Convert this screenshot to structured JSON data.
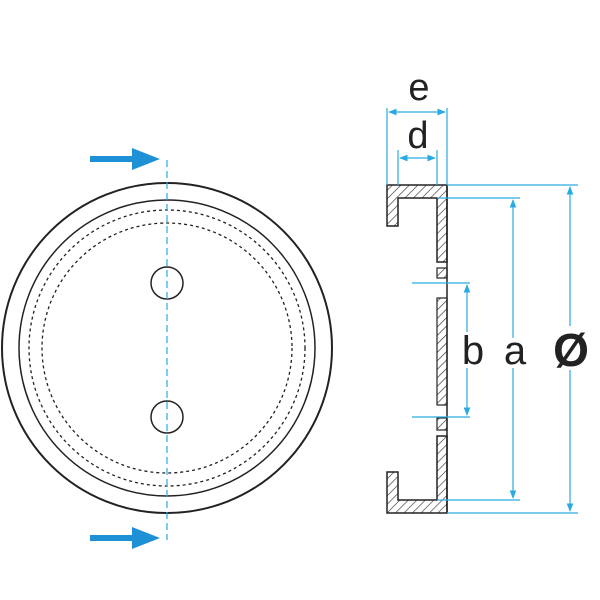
{
  "colors": {
    "outline": "#222222",
    "dimension": "#29abe2",
    "arrow": "#1e90d6",
    "hatch": "#333333",
    "background": "#ffffff"
  },
  "labels": {
    "e": "e",
    "d": "d",
    "b": "b",
    "a": "a",
    "diameter": "Ø"
  },
  "views": {
    "front": {
      "hole_count": 2,
      "section_arrows": 2
    },
    "section": {
      "hatched": true
    }
  }
}
